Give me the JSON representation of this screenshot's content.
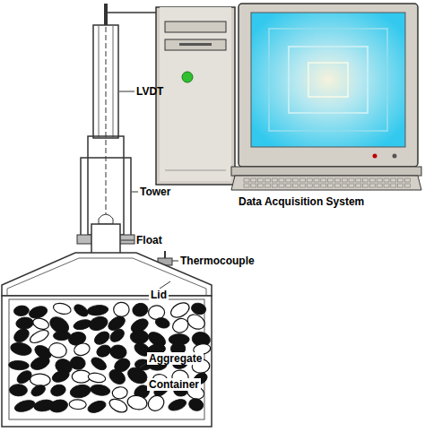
{
  "diagram": {
    "labels": [
      "LVDT",
      "Tower",
      "Float",
      "Thermocouple",
      "Lid",
      "Aggregate",
      "Container",
      "Data Acquisition System"
    ]
  }
}
